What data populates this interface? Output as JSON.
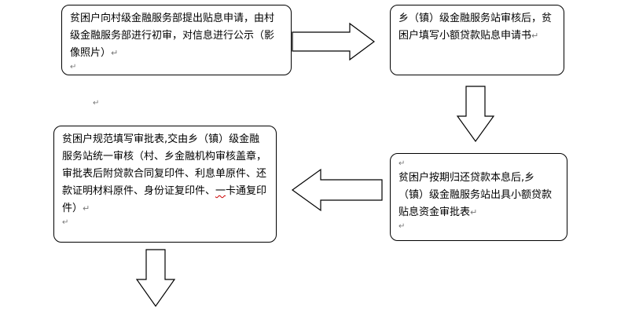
{
  "steps": [
    {
      "text": "贫困户向村级金融服务部提出贴息申请，由村级金融服务部进行初审，对信息进行公示（影像照片）"
    },
    {
      "text": "乡（镇）级金融服务站审核后，贫困户填写小额贷款贴息申请书"
    },
    {
      "text": "贫困户按期归还贷款本息后,乡（镇）级金融服务站出具小额贷款贴息资金审批表"
    },
    {
      "text_before": "贫困户规范填写审批表,交由乡（镇）级金融服务站统一审核（村、乡金融机构审核盖章，审批表后附贷款合同复印件、利息单原件、还款证明材料原件、身份证复印件、",
      "text_wavy": "一",
      "text_after": "卡通复印件）"
    }
  ],
  "marks": {
    "para": "↵"
  },
  "colors": {
    "border": "#000000",
    "arrow_fill": "#ffffff",
    "wavy_underline": "#cc0000"
  }
}
